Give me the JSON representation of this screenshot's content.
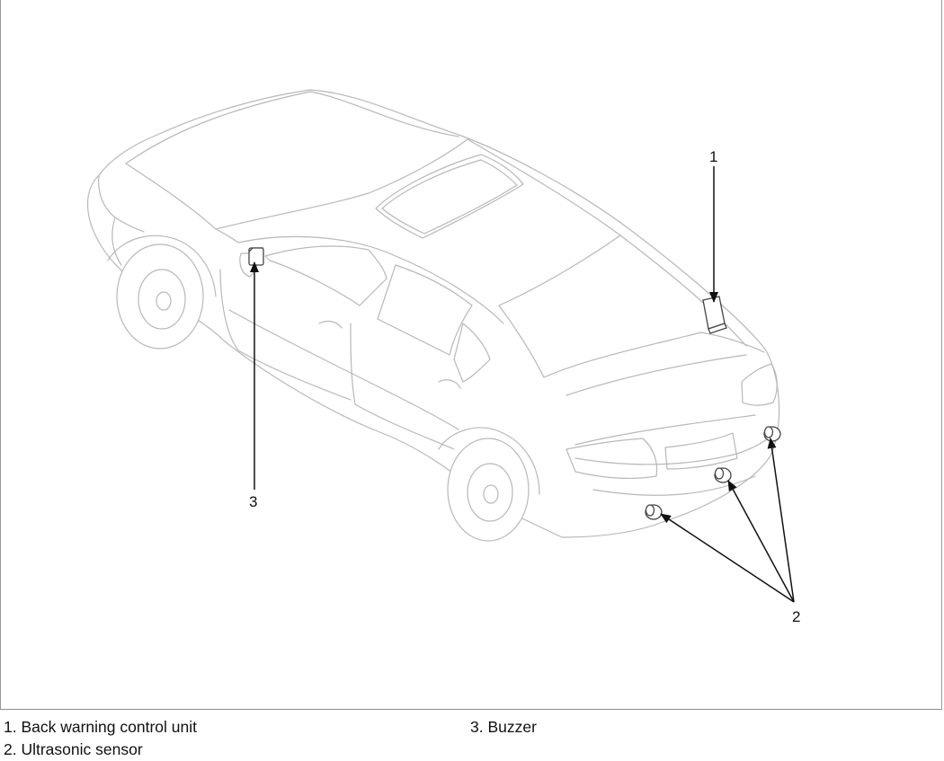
{
  "callouts": {
    "c1": "1",
    "c2": "2",
    "c3": "3"
  },
  "legend": {
    "item1": "1. Back warning control unit",
    "item2": "2. Ultrasonic sensor",
    "item3": "3. Buzzer"
  },
  "colors": {
    "car_outline": "#b8b8b8",
    "leader_line": "#111111",
    "part_outline": "#444444"
  }
}
